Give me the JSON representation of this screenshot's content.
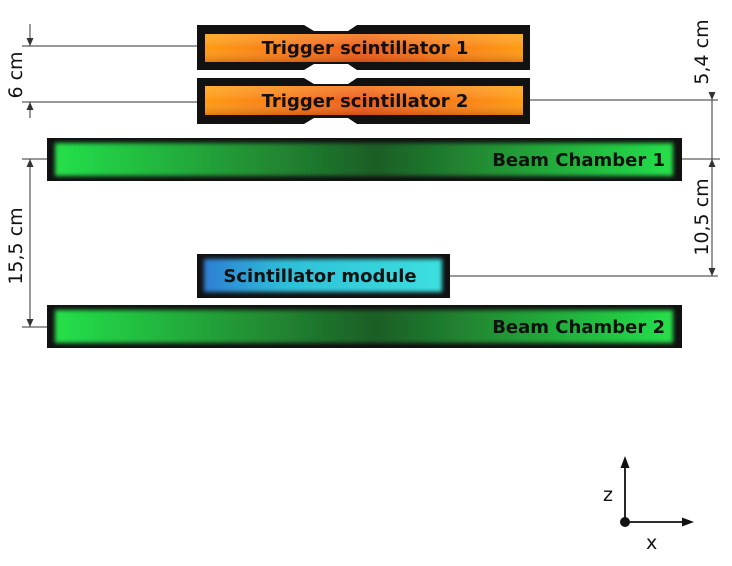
{
  "components": {
    "trigger1": "Trigger scintillator 1",
    "trigger2": "Trigger scintillator 2",
    "beam1": "Beam Chamber 1",
    "scint_module": "Scintillator module",
    "beam2": "Beam Chamber 2"
  },
  "dimensions": {
    "trigger_thickness": "6 cm",
    "trigger_to_beam1": "5,4 cm",
    "beam1_to_module": "10,5 cm",
    "beam1_to_beam2": "15,5 cm"
  },
  "axes": {
    "z": "z",
    "x": "x"
  },
  "colors": {
    "trigger_orange": "#ff8a00",
    "trigger_red": "#e84a10",
    "beam_green": "#22dd44",
    "beam_dark": "#1f5a24",
    "module_cyan": "#30d8d8",
    "module_blue": "#2a7ad0",
    "frame": "#111111"
  }
}
